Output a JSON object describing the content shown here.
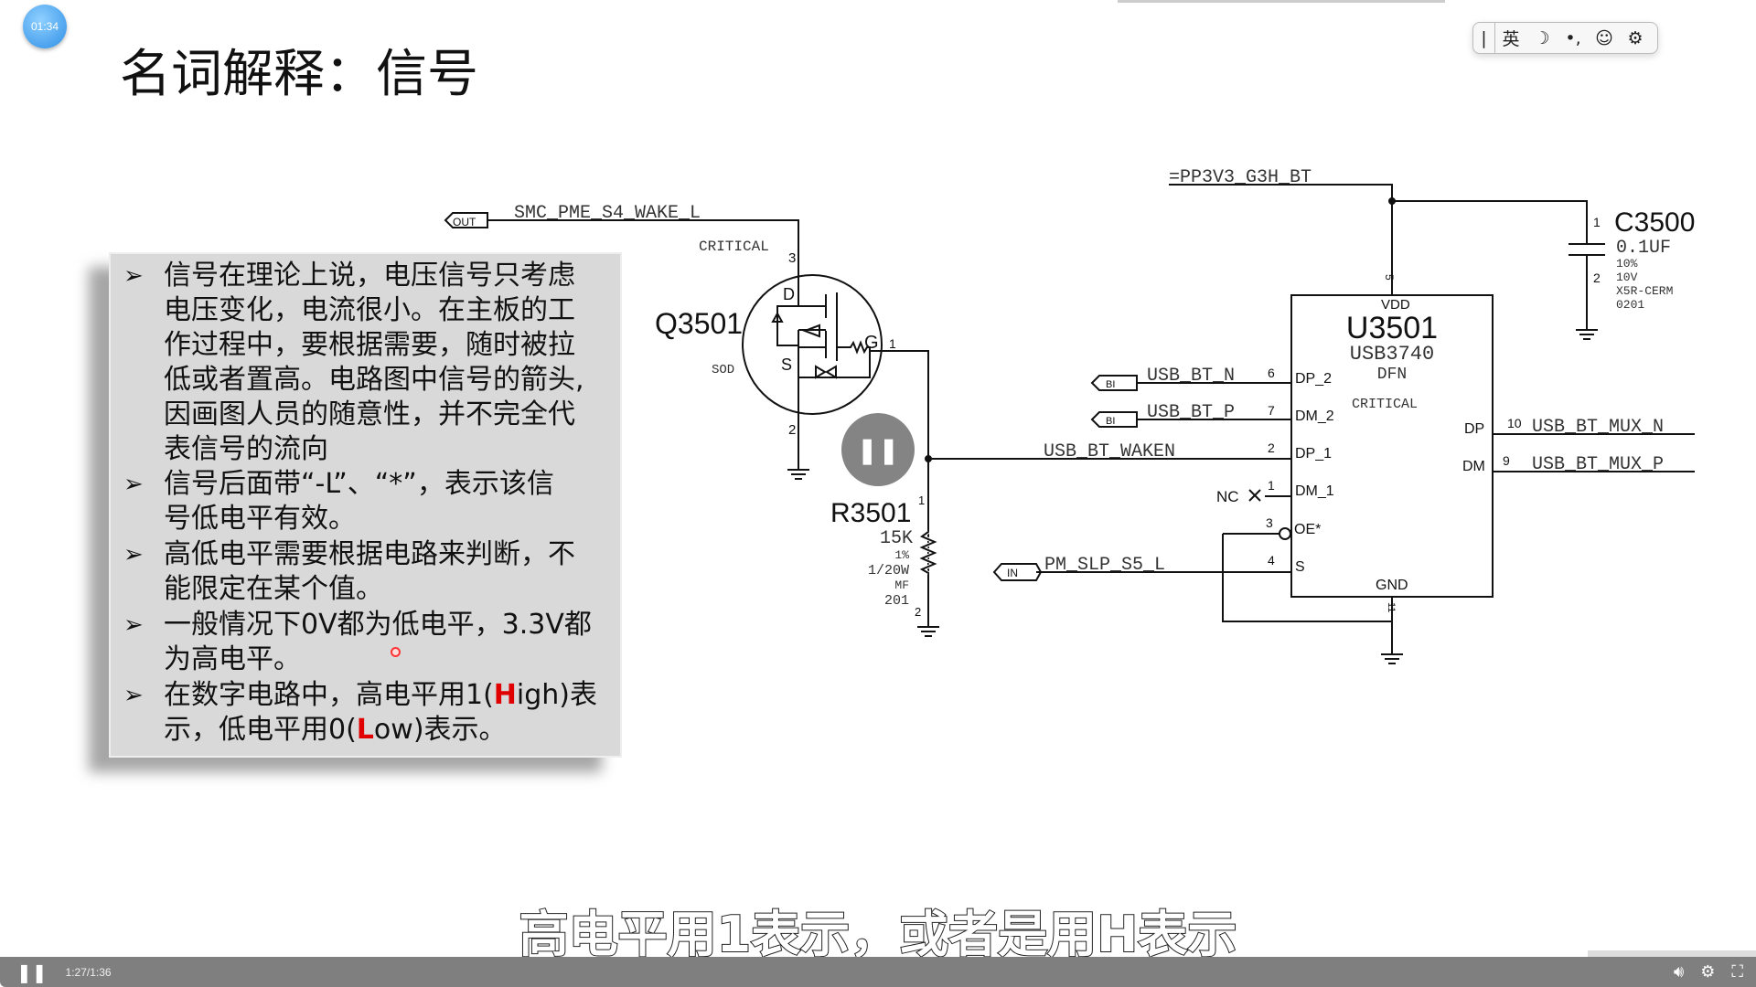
{
  "timer": "01:34",
  "title": "名词解释：信号",
  "ime": {
    "mode": "英",
    "items": [
      "moon-icon",
      "punctuation-icon",
      "emoji-icon",
      "gear-icon"
    ]
  },
  "bullets": [
    {
      "lines": [
        "信号在理论上说，电压信号只考虑",
        "电压变化，电流很小。在主板的工",
        "作过程中，要根据需要，随时被拉",
        "低或者置高。电路图中信号的箭头,",
        "因画图人员的随意性，并不完全代",
        "表信号的流向"
      ]
    },
    {
      "lines": [
        "信号后面带“-L”、“*”，表示该信",
        "号低电平有效。"
      ]
    },
    {
      "lines": [
        "高低电平需要根据电路来判断，不",
        "能限定在某个值。"
      ]
    },
    {
      "lines": [
        "一般情况下0V都为低电平，3.3V都",
        "为高电平。"
      ]
    },
    {
      "l1a": "在数字电路中，高电平用1(",
      "l1b": "H",
      "l1c": "igh)表",
      "l2a": "示，低电平用0(",
      "l2b": "L",
      "l2c": "ow)表示。"
    }
  ],
  "bullet_glyph": "➢",
  "schematic": {
    "smc": "SMC_PME_S4_WAKE_L",
    "out": "OUT",
    "critical": "CRITICAL",
    "q": "Q3501",
    "sod": "SOD",
    "d": "D",
    "s": "S",
    "g": "G",
    "p3": "3",
    "p2": "2",
    "p1": "1",
    "pp3v3": "=PP3V3_G3H_BT",
    "c": "C3500",
    "c_val": "0.1UF",
    "c_tol": "10%",
    "c_v": "10V",
    "c_type": "X5R-CERM",
    "c_size": "0201",
    "c1": "1",
    "c2": "2",
    "u": "U3501",
    "u_part": "USB3740",
    "u_pkg": "DFN",
    "u_crit": "CRITICAL",
    "vdd": "VDD",
    "gnd": "GND",
    "pin5": "5",
    "pin11": "11",
    "bi": "BI",
    "in": "IN",
    "nc": "NC",
    "usb_n": "USB_BT_N",
    "usb_p": "USB_BT_P",
    "waken": "USB_BT_WAKEN",
    "slp": "PM_SLP_S5_L",
    "dp2": "DP_2",
    "dm2": "DM_2",
    "dp1": "DP_1",
    "dm1": "DM_1",
    "oe": "OE*",
    "s_pin": "S",
    "n6": "6",
    "n7": "7",
    "n2": "2",
    "n1": "1",
    "n3": "3",
    "n4": "4",
    "n10": "10",
    "n9": "9",
    "dp": "DP",
    "dm": "DM",
    "mux_n": "USB_BT_MUX_N",
    "mux_p": "USB_BT_MUX_P",
    "r": "R3501",
    "r_val": "15K",
    "r_tol": "1%",
    "r_w": "1/20W",
    "r_mf": "MF",
    "r_size": "201",
    "r1": "1",
    "r2": "2"
  },
  "subtitle": "高电平用1表示，或者是用H表示",
  "player": {
    "time": "1:27/1:36",
    "progress": 0.906
  }
}
